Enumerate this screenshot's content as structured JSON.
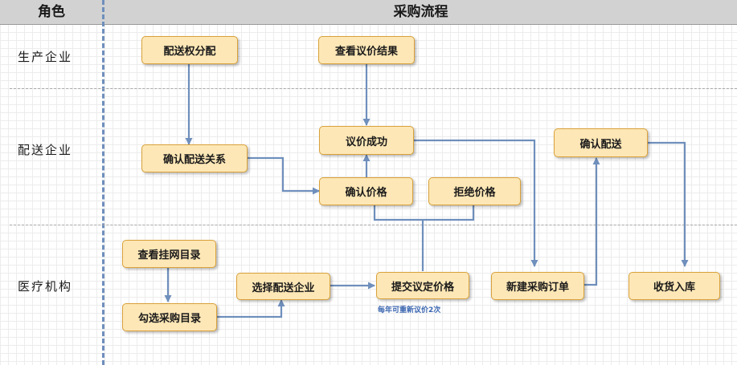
{
  "header": {
    "role_title": "角色",
    "flow_title": "采购流程"
  },
  "lanes": [
    {
      "label": "生产企业"
    },
    {
      "label": "配送企业"
    },
    {
      "label": "医疗机构"
    }
  ],
  "nodes": {
    "n1": "配送权分配",
    "n2": "查看议价结果",
    "n3": "议价成功",
    "n4": "确认配送关系",
    "n5": "确认价格",
    "n6": "拒绝价格",
    "n7": "确认配送",
    "n8": "查看挂网目录",
    "n9": "勾选采购目录",
    "n10": "选择配送企业",
    "n11": "提交议定价格",
    "n12": "新建采购订单",
    "n13": "收货入库"
  },
  "note": "每年可重新议价2次",
  "colors": {
    "node_fill": "#fde7b6",
    "node_border": "#d9a13a",
    "arrow": "#6f8fbc",
    "note": "#3a66b0"
  }
}
